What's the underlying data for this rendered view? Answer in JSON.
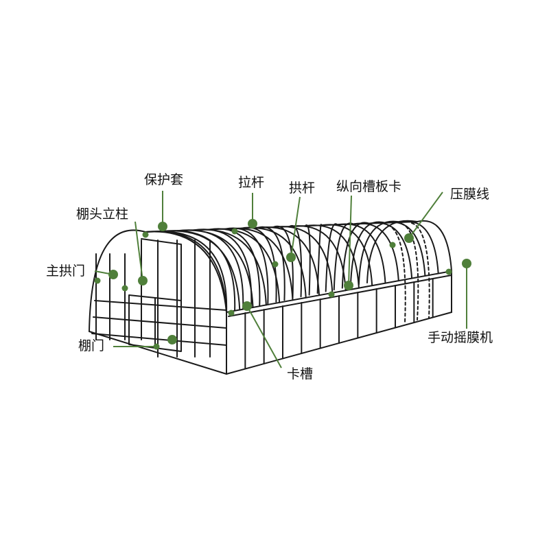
{
  "labels": {
    "protective_cover": "保护套",
    "tie_rod": "拉杆",
    "arch_rod": "拱杆",
    "longitudinal_clip": "纵向槽板卡",
    "film_line": "压膜线",
    "gable_post": "棚头立柱",
    "main_arch_door": "主拱门",
    "shed_door": "棚门",
    "clip_groove": "卡槽",
    "film_roller": "手动摇膜机"
  },
  "colors": {
    "structure": "#1a1a1a",
    "marker": "#4f7f3a",
    "leader": "#4f7f3a",
    "text": "#111111"
  }
}
